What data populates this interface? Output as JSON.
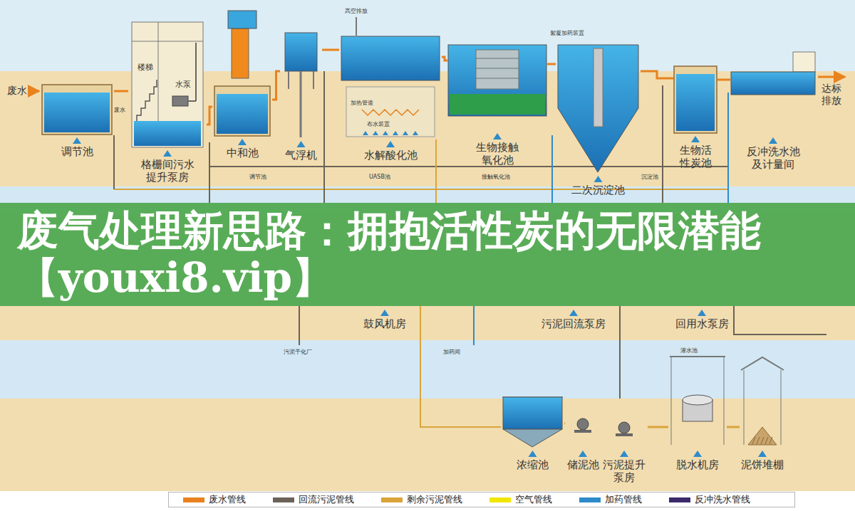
{
  "diagram": {
    "title": "废气处理新思路：拥抱活性炭的无限潜能【youxi8.vip】",
    "nodes": [
      {
        "text": [
          "调节池"
        ]
      },
      {
        "text": [
          "格栅间污水提升泵房"
        ]
      },
      {
        "text": [
          "中和池"
        ]
      },
      {
        "text": [
          "气浮机"
        ]
      },
      {
        "text": [
          "水解酸化池"
        ]
      },
      {
        "text": [
          "生物接触氧化池"
        ]
      },
      {
        "text": [
          "二次沉淀池"
        ]
      },
      {
        "text": [
          "生物活性炭池"
        ]
      },
      {
        "text": [
          "反冲洗水池及计量间"
        ]
      },
      {
        "text": [
          "鼓风机房"
        ]
      },
      {
        "text": [
          "污泥回流泵房"
        ]
      },
      {
        "text": [
          "回用水泵房"
        ]
      },
      {
        "text": [
          "浓缩池"
        ]
      },
      {
        "text": [
          "储泥池"
        ]
      },
      {
        "text": [
          "污泥提升泵房"
        ]
      },
      {
        "text": [
          "脱水机房"
        ]
      },
      {
        "text": [
          "泥饼堆棚"
        ]
      }
    ],
    "edges": [
      {
        "from": 0,
        "to": 1,
        "arrow": "none"
      },
      {
        "from": 1,
        "to": 2,
        "arrow": "none"
      },
      {
        "from": 2,
        "to": 3,
        "arrow": "none"
      },
      {
        "from": 3,
        "to": 4,
        "arrow": "none"
      },
      {
        "from": 4,
        "to": 5,
        "arrow": "none"
      },
      {
        "from": 5,
        "to": 6,
        "arrow": "none"
      },
      {
        "from": 6,
        "to": 7,
        "arrow": "none"
      },
      {
        "from": 7,
        "to": 8,
        "arrow": "none"
      },
      {
        "from": 12,
        "to": 13,
        "arrow": "none"
      },
      {
        "from": 13,
        "to": 14,
        "arrow": "none"
      },
      {
        "from": 14,
        "to": 15,
        "arrow": "none"
      },
      {
        "from": 15,
        "to": 16,
        "arrow": "none"
      }
    ],
    "labels": [
      "废水",
      "达标排放",
      "楼梯",
      "水泵",
      "废水",
      "高空排放",
      "加热管道",
      "布水装置",
      "絮凝加药装置",
      "调节池",
      "UASB池",
      "接触氧化池",
      "沉淀池",
      "污泥干化厂",
      "加药间",
      "灌水池"
    ],
    "legend": [
      {
        "text": "废水管线",
        "color": "#e8821e"
      },
      {
        "text": "回流污泥管线",
        "color": "#6b6357"
      },
      {
        "text": "剩余污泥管线",
        "color": "#d9a53a"
      },
      {
        "text": "空气管线",
        "color": "#f2e600"
      },
      {
        "text": "加药管线",
        "color": "#2e8bc9"
      },
      {
        "text": "反冲洗水管线",
        "color": "#3b2a6b"
      }
    ]
  }
}
